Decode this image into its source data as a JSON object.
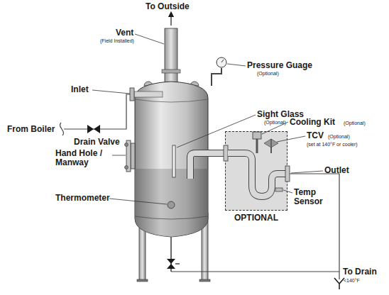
{
  "diagram": {
    "nodes": [
      {
        "text": [
          "OPTIONAL"
        ]
      }
    ],
    "labels": [
      "To Outside",
      "Vent",
      "(Field Installed)",
      "Pressure Guage",
      "(Optional)",
      "Inlet",
      "Sight Glass",
      "(Optional)",
      "From Boiler",
      "Cooling Kit",
      "(Optional)",
      "Drain Valve",
      "TCV",
      "(Optional)",
      "(set at 140°F or cooler)",
      "Hand Hole / Manway",
      "Outlet",
      "Temp Sensor",
      "Thermometer",
      "To Drain",
      "<140°F"
    ]
  }
}
